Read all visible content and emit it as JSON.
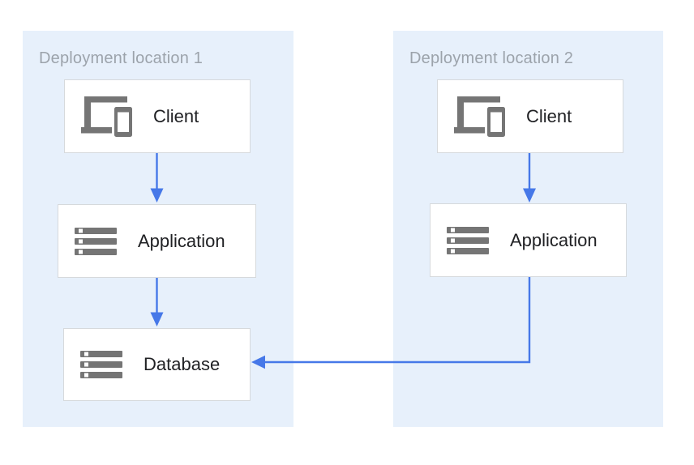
{
  "diagram": {
    "panels": [
      {
        "id": "location1",
        "title": "Deployment location 1"
      },
      {
        "id": "location2",
        "title": "Deployment location 2"
      }
    ],
    "nodes": [
      {
        "id": "client1",
        "label": "Client",
        "icon": "devices-icon",
        "panel": "location1"
      },
      {
        "id": "app1",
        "label": "Application",
        "icon": "server-stack-icon",
        "panel": "location1"
      },
      {
        "id": "db1",
        "label": "Database",
        "icon": "server-stack-icon",
        "panel": "location1"
      },
      {
        "id": "client2",
        "label": "Client",
        "icon": "devices-icon",
        "panel": "location2"
      },
      {
        "id": "app2",
        "label": "Application",
        "icon": "server-stack-icon",
        "panel": "location2"
      }
    ],
    "edges": [
      {
        "from": "client1",
        "to": "app1",
        "shape": "straight-down"
      },
      {
        "from": "app1",
        "to": "db1",
        "shape": "straight-down"
      },
      {
        "from": "client2",
        "to": "app2",
        "shape": "straight-down"
      },
      {
        "from": "app2",
        "to": "db1",
        "shape": "elbow-down-left"
      }
    ],
    "colors": {
      "panel_background": "#E7F0FB",
      "arrow": "#4678E8",
      "icon_gray": "#757575",
      "box_border": "#D6D9DC",
      "panel_title_gray": "#9CA3AB",
      "node_label_dark": "#202124"
    }
  }
}
